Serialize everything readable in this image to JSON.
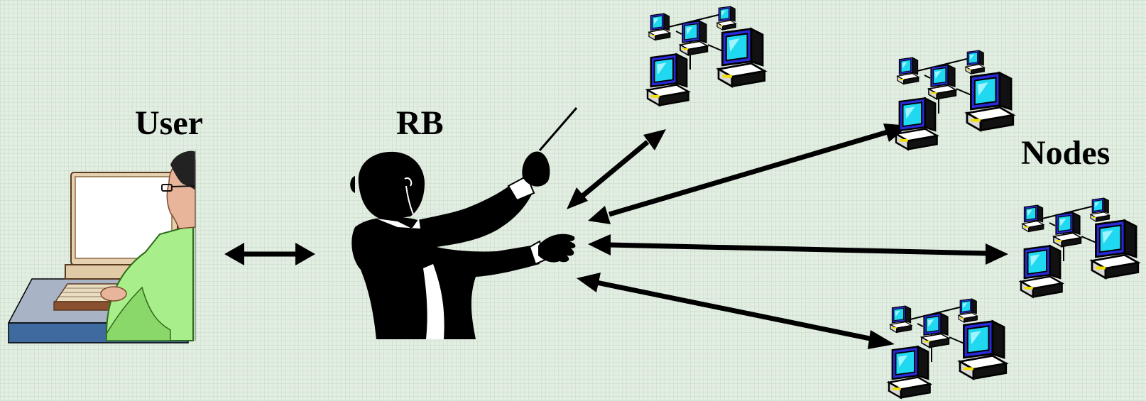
{
  "labels": {
    "user": "User",
    "rb": "RB",
    "nodes": "Nodes"
  },
  "illustrations": {
    "user": "user-at-computer-icon",
    "rb": "conductor-silhouette-icon",
    "nodes": "computer-network-cluster-icon"
  },
  "colors": {
    "background": "#e3eee3",
    "arrow": "#000000",
    "monitor_side": "#2a2ad8",
    "screen": "#20d8f0"
  }
}
